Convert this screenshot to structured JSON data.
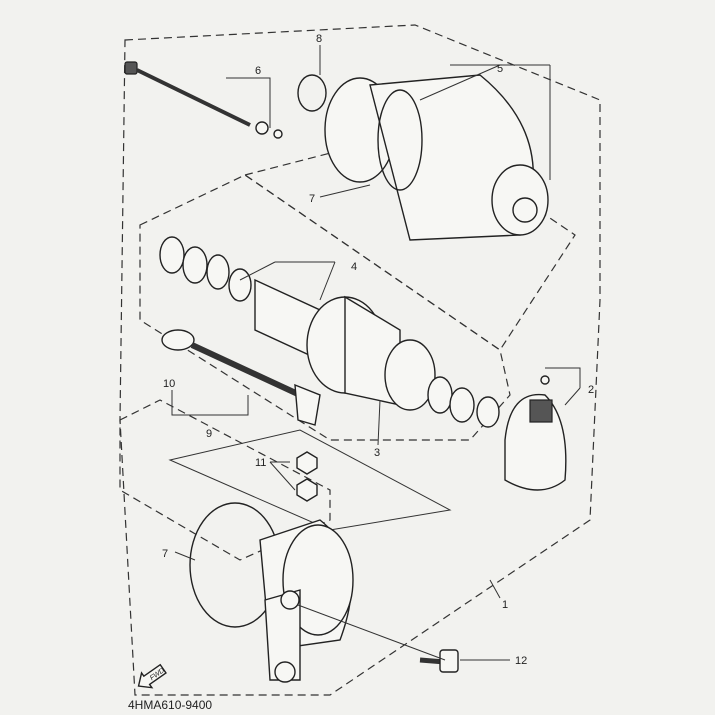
{
  "callouts": {
    "c1": "1",
    "c2": "2",
    "c3": "3",
    "c4": "4",
    "c5": "5",
    "c6": "6",
    "c7a": "7",
    "c7b": "7",
    "c8": "8",
    "c9": "9",
    "c10": "10",
    "c11": "11",
    "c12": "12"
  },
  "find_badge": "FWD",
  "figure_code": "4HMA610-9400"
}
